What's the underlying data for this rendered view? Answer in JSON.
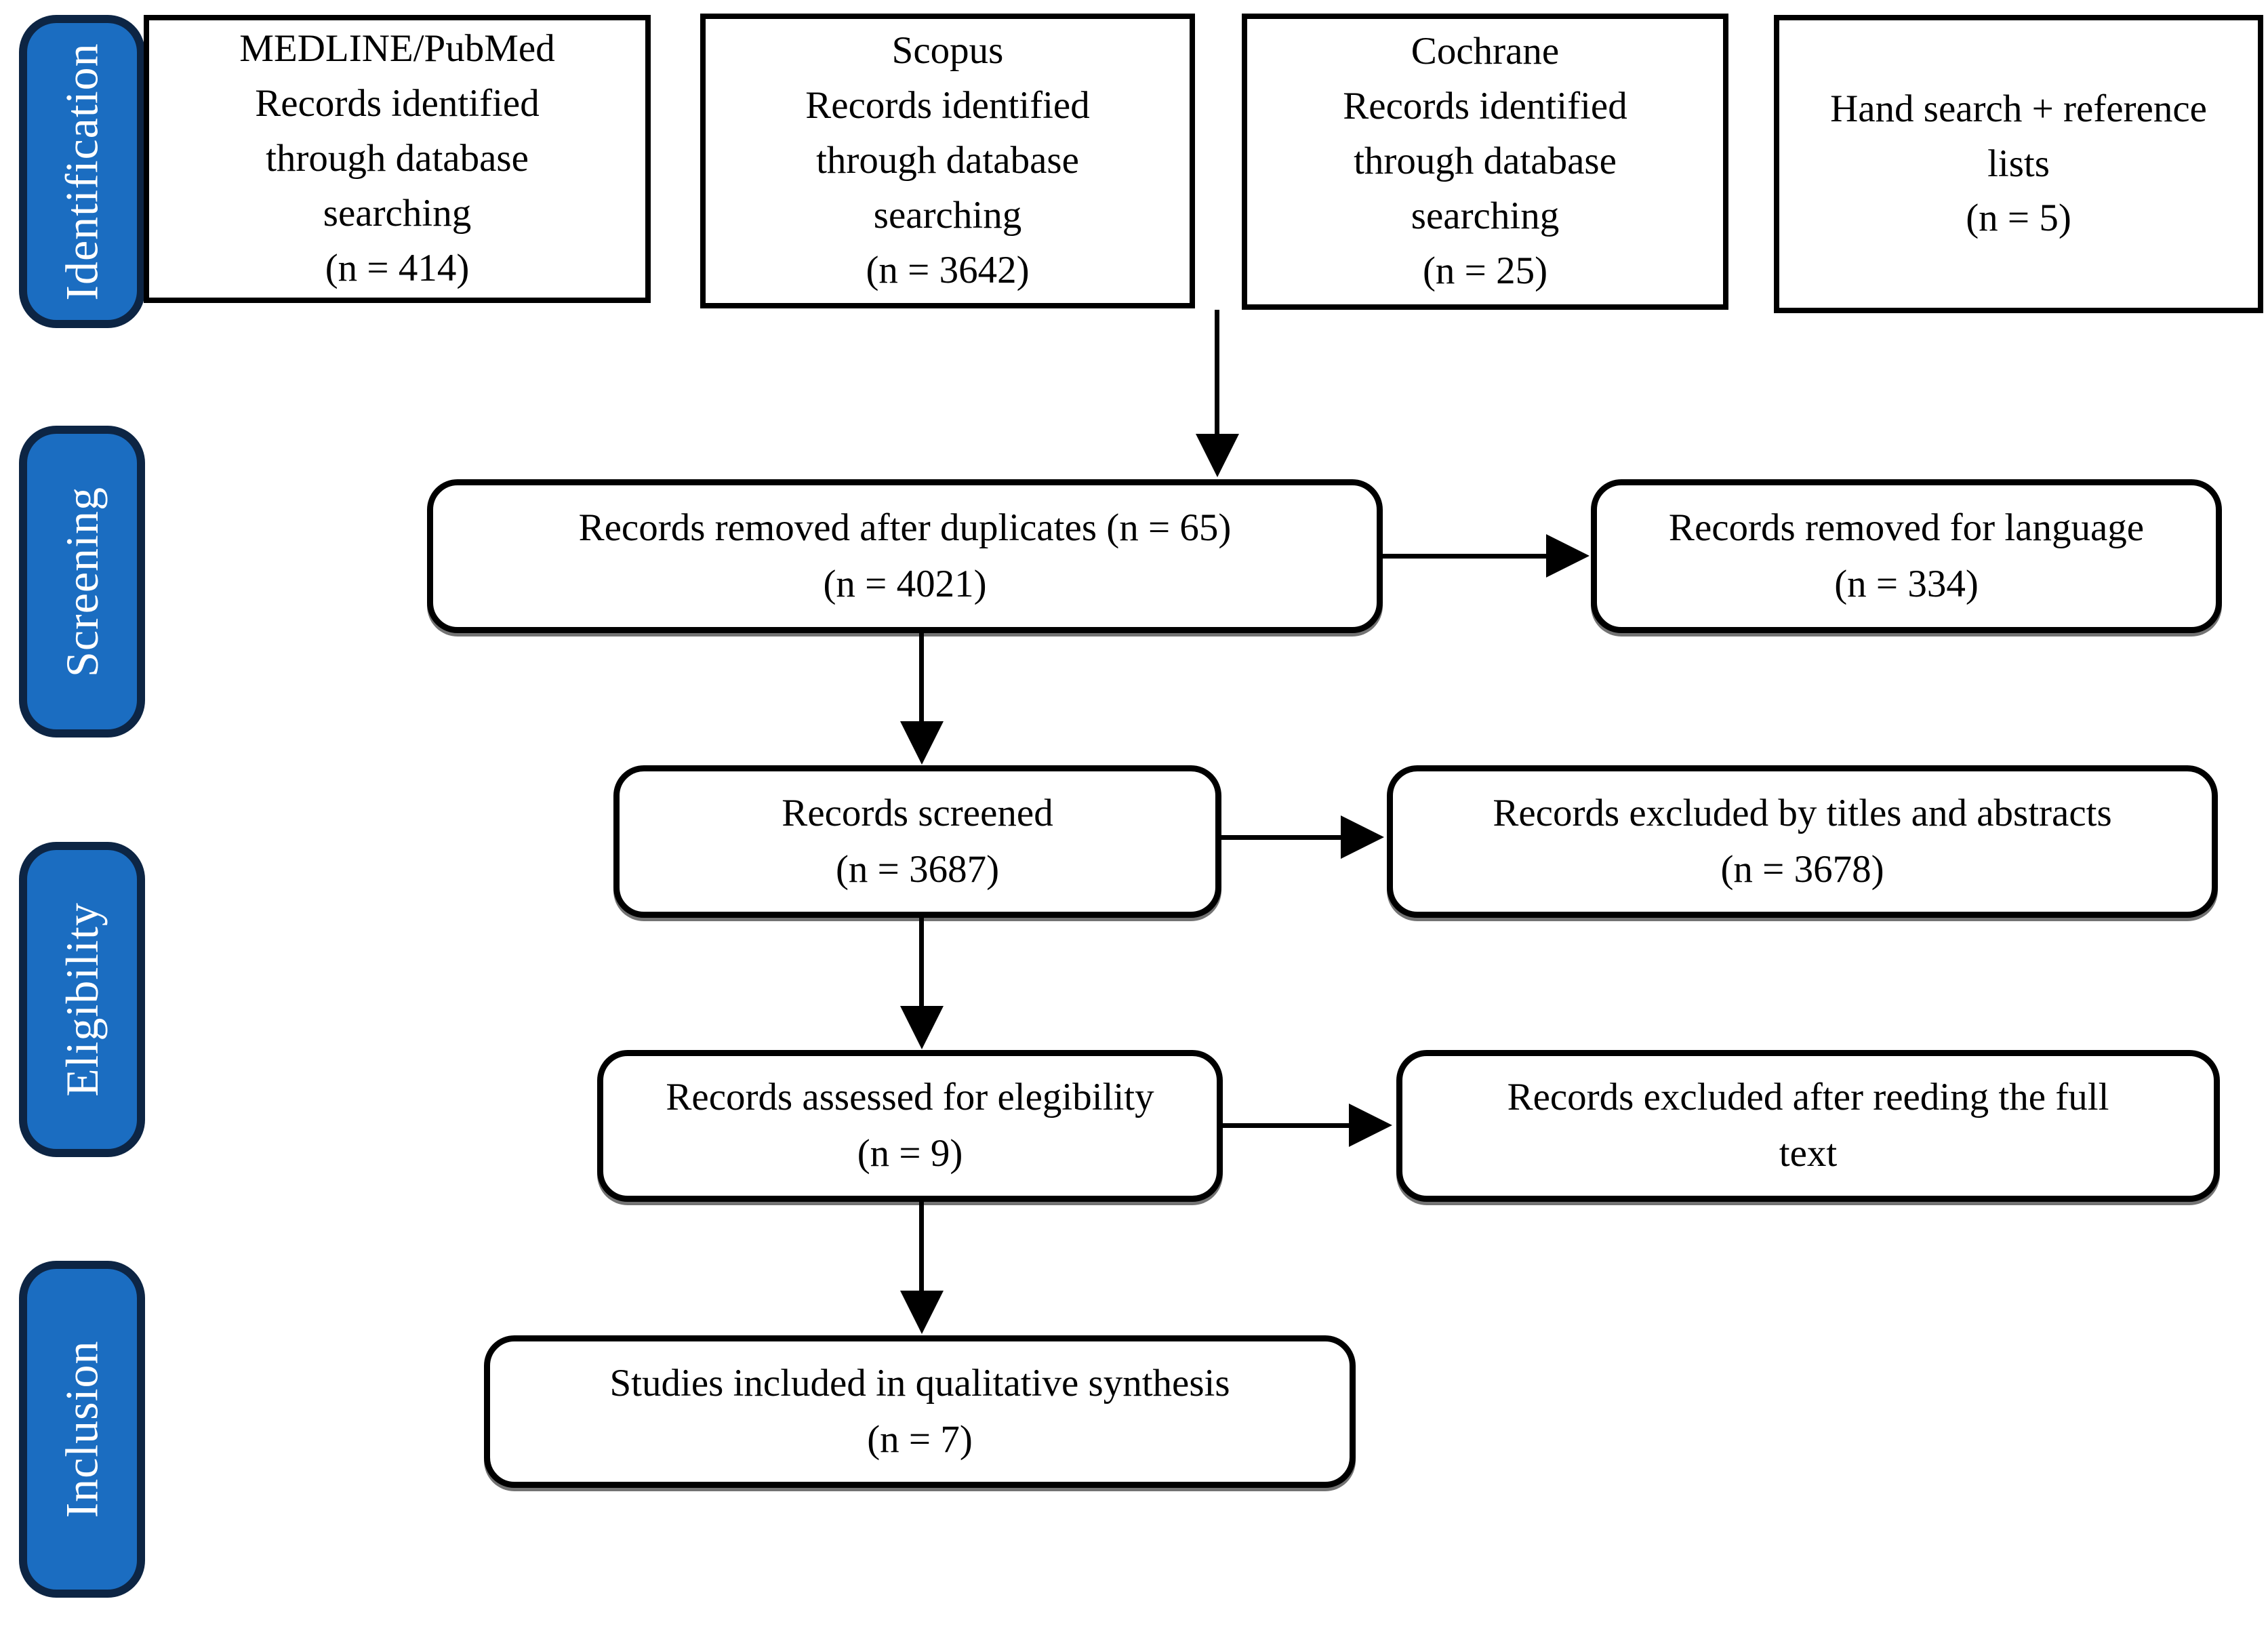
{
  "colors": {
    "background": "#ffffff",
    "stage_fill": "#1b6dc1",
    "stage_border": "#0d2544",
    "stage_text": "#ffffff",
    "box_border": "#000000",
    "box_text": "#000000"
  },
  "stages": [
    {
      "label": "Identification"
    },
    {
      "label": "Screening"
    },
    {
      "label": "Eligibility"
    },
    {
      "label": "Inclusion"
    }
  ],
  "source_boxes": [
    {
      "source": "MEDLINE/PubMed",
      "n": 414,
      "text": "MEDLINE/PubMed\nRecords identified\nthrough database\nsearching\n(n = 414)"
    },
    {
      "source": "Scopus",
      "n": 3642,
      "text": "Scopus\nRecords identified\nthrough database\nsearching\n(n = 3642)"
    },
    {
      "source": "Cochrane",
      "n": 25,
      "text": "Cochrane\nRecords identified\nthrough database\nsearching\n(n = 25)"
    },
    {
      "source": "Hand search + reference lists",
      "n": 5,
      "text": "Hand search + reference\nlists\n(n = 5)"
    }
  ],
  "flow_boxes": {
    "duplicates": {
      "n_removed": 65,
      "n_remaining": 4021,
      "text": "Records removed after duplicates (n = 65)\n(n = 4021)"
    },
    "language": {
      "n": 334,
      "text": "Records removed for language\n(n = 334)"
    },
    "screened": {
      "n": 3687,
      "text": "Records screened\n(n = 3687)"
    },
    "excluded_titles": {
      "n": 3678,
      "text": "Records excluded by titles and abstracts\n(n = 3678)"
    },
    "assessed": {
      "n": 9,
      "text": "Records assessed for elegibility\n(n = 9)"
    },
    "excluded_fulltext": {
      "text": "Records excluded after reeding the full\ntext"
    },
    "included": {
      "n": 7,
      "text": "Studies included in qualitative synthesis\n(n = 7)"
    }
  }
}
